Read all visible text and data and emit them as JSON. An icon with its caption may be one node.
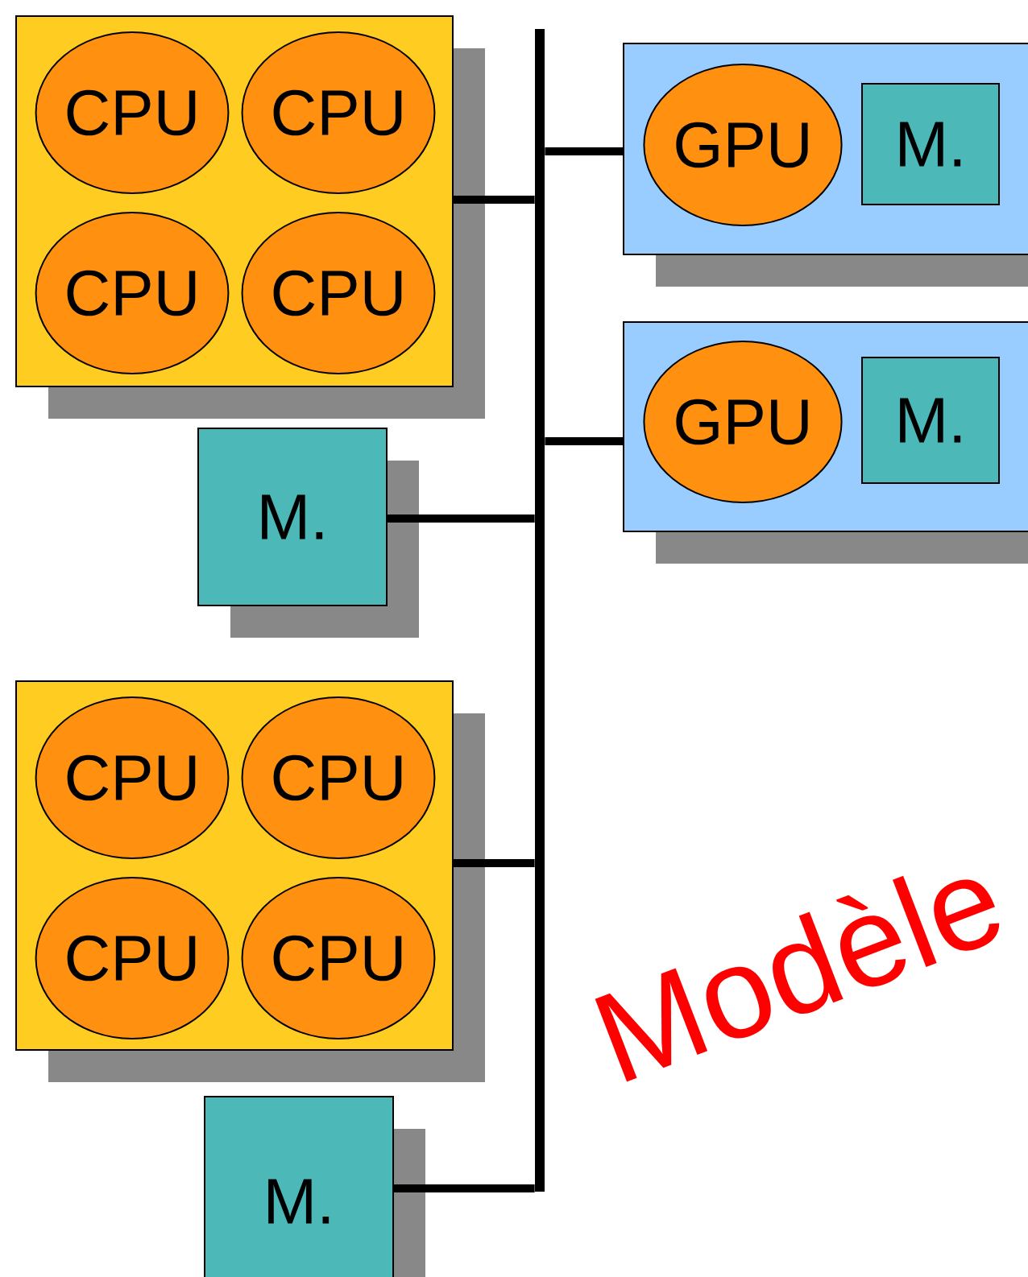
{
  "diagram": {
    "nodes": [
      {
        "text": [],
        "shape": "box"
      },
      {
        "text": [
          "CPU"
        ],
        "in": 0
      },
      {
        "text": [
          "CPU"
        ],
        "in": 0
      },
      {
        "text": [
          "CPU"
        ],
        "in": 0
      },
      {
        "text": [
          "CPU"
        ],
        "in": 0
      },
      {
        "text": [],
        "shape": "box"
      },
      {
        "text": [
          "GPU"
        ],
        "in": 5
      },
      {
        "text": [
          "M."
        ],
        "in": 5
      },
      {
        "text": [],
        "shape": "box"
      },
      {
        "text": [
          "GPU"
        ],
        "in": 8
      },
      {
        "text": [
          "M."
        ],
        "in": 8
      },
      {
        "text": [
          "M."
        ]
      },
      {
        "text": [],
        "shape": "box"
      },
      {
        "text": [
          "CPU"
        ],
        "in": 12
      },
      {
        "text": [
          "CPU"
        ],
        "in": 12
      },
      {
        "text": [
          "CPU"
        ],
        "in": 12
      },
      {
        "text": [
          "CPU"
        ],
        "in": 12
      },
      {
        "text": [
          "M."
        ]
      },
      {
        "text": [],
        "shape": "bar"
      }
    ],
    "edges": [
      {
        "from": 0,
        "to": 18,
        "arrow": "none"
      },
      {
        "from": 5,
        "to": 18,
        "arrow": "none"
      },
      {
        "from": 8,
        "to": 18,
        "arrow": "none"
      },
      {
        "from": 11,
        "to": 18,
        "arrow": "none"
      },
      {
        "from": 12,
        "to": 18,
        "arrow": "none"
      },
      {
        "from": 17,
        "to": 18,
        "arrow": "none"
      }
    ],
    "labels": [
      "Modèle"
    ]
  }
}
